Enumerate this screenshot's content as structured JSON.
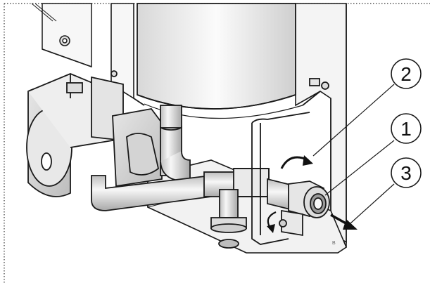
{
  "diagram": {
    "callouts": [
      {
        "label": "2"
      },
      {
        "label": "1"
      },
      {
        "label": "3"
      }
    ],
    "corner_mark": "B",
    "colors": {
      "line": "#1a1a1a",
      "metal_light": "#f4f4f4",
      "metal_mid": "#dcdcdc",
      "metal_dark": "#9a9a9a",
      "border_dots": "#333333"
    },
    "icons": [
      "rotate-clockwise-arrow-icon",
      "rotate-counterclockwise-arrow-icon",
      "flow-direction-arrow-icon"
    ]
  }
}
